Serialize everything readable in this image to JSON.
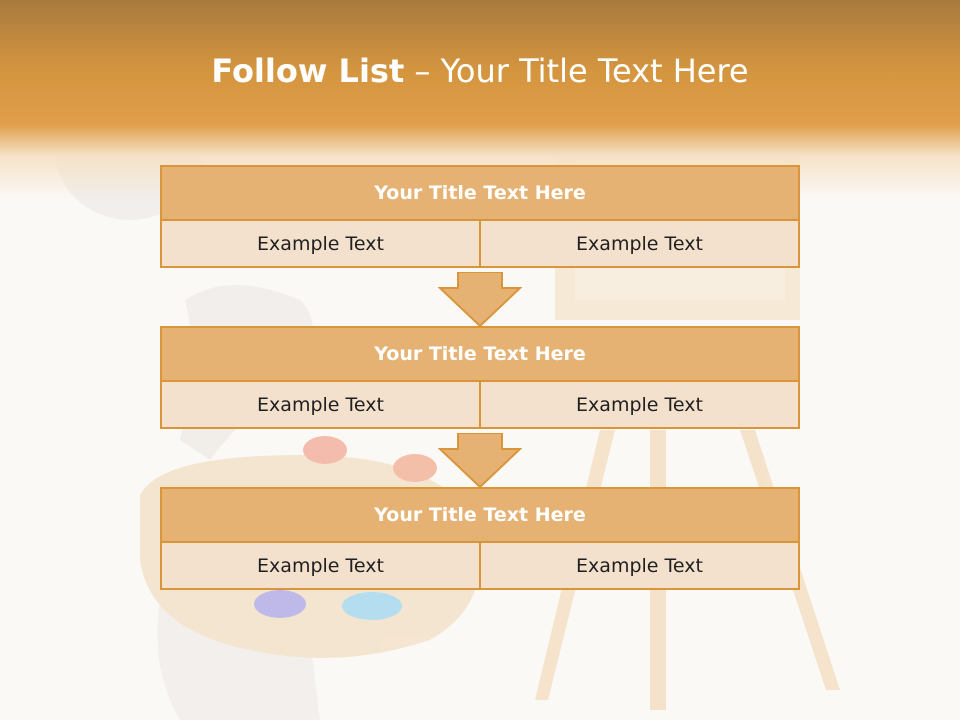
{
  "slide": {
    "title_bold": "Follow List",
    "title_rest": " – Your Title Text Here"
  },
  "steps": [
    {
      "title": "Your Title Text Here",
      "left": "Example Text",
      "right": "Example Text"
    },
    {
      "title": "Your Title Text Here",
      "left": "Example Text",
      "right": "Example Text"
    },
    {
      "title": "Your Title Text Here",
      "left": "Example Text",
      "right": "Example Text"
    }
  ],
  "colors": {
    "accent": "#e09e4a",
    "box_title": "#e6b273",
    "box_cell": "#f4e1cd",
    "border": "#d9953a"
  }
}
